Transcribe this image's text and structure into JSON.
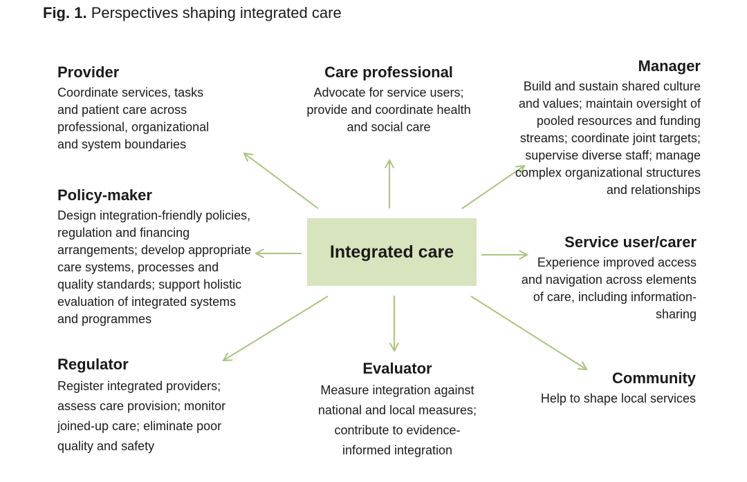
{
  "figure": {
    "label": "Fig. 1.",
    "title": "Perspectives shaping integrated care"
  },
  "center": {
    "label": "Integrated care",
    "color": "#d7e4bd"
  },
  "arrow_color": "#a9c47f",
  "nodes": {
    "provider": {
      "heading": "Provider",
      "description": "Coordinate services, tasks and patient care across professional, organizational and system boundaries"
    },
    "care_professional": {
      "heading": "Care professional",
      "description": "Advocate for service users; provide and coordinate health and social care"
    },
    "manager": {
      "heading": "Manager",
      "description": "Build and sustain shared culture and values; maintain oversight of pooled resources and funding streams; coordinate joint targets; supervise diverse staff; manage complex organizational structures and relationships"
    },
    "policy_maker": {
      "heading": "Policy-maker",
      "description": "Design integration-friendly policies, regulation and financing arrangements; develop appropriate care systems, processes and quality standards; support holistic evaluation of integrated systems and programmes"
    },
    "service_user": {
      "heading": "Service user/carer",
      "description": "Experience improved access and navigation across elements of care, including information-sharing"
    },
    "regulator": {
      "heading": "Regulator",
      "description": "Register integrated providers; assess care provision; monitor joined-up care; eliminate poor quality and safety"
    },
    "evaluator": {
      "heading": "Evaluator",
      "description": "Measure integration against national and local measures; contribute to evidence-informed integration"
    },
    "community": {
      "heading": "Community",
      "description": "Help to shape local services"
    }
  }
}
